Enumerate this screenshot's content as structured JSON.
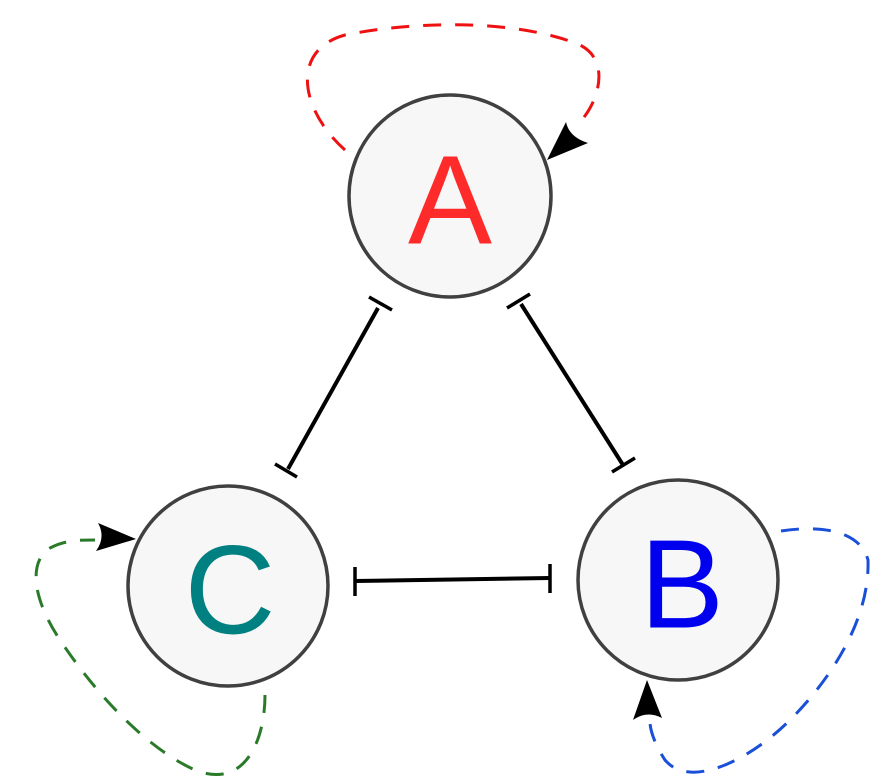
{
  "diagram": {
    "type": "gene-regulatory-network",
    "nodes": [
      {
        "id": "A",
        "label": "A",
        "color": "#ff2a2a"
      },
      {
        "id": "B",
        "label": "B",
        "color": "#0000ee"
      },
      {
        "id": "C",
        "label": "C",
        "color": "#008080"
      }
    ],
    "edges": [
      {
        "from": "A",
        "to": "C",
        "type": "inhibition",
        "style": "solid",
        "color": "#000000",
        "bidirectional": true
      },
      {
        "from": "A",
        "to": "B",
        "type": "inhibition",
        "style": "solid",
        "color": "#000000",
        "bidirectional": true
      },
      {
        "from": "C",
        "to": "B",
        "type": "inhibition",
        "style": "solid",
        "color": "#000000",
        "bidirectional": true
      },
      {
        "from": "A",
        "to": "A",
        "type": "activation",
        "style": "dashed",
        "color": "#ee1111"
      },
      {
        "from": "B",
        "to": "B",
        "type": "activation",
        "style": "dashed",
        "color": "#1a4fd8"
      },
      {
        "from": "C",
        "to": "C",
        "type": "activation",
        "style": "dashed",
        "color": "#2a7a2a"
      }
    ]
  }
}
